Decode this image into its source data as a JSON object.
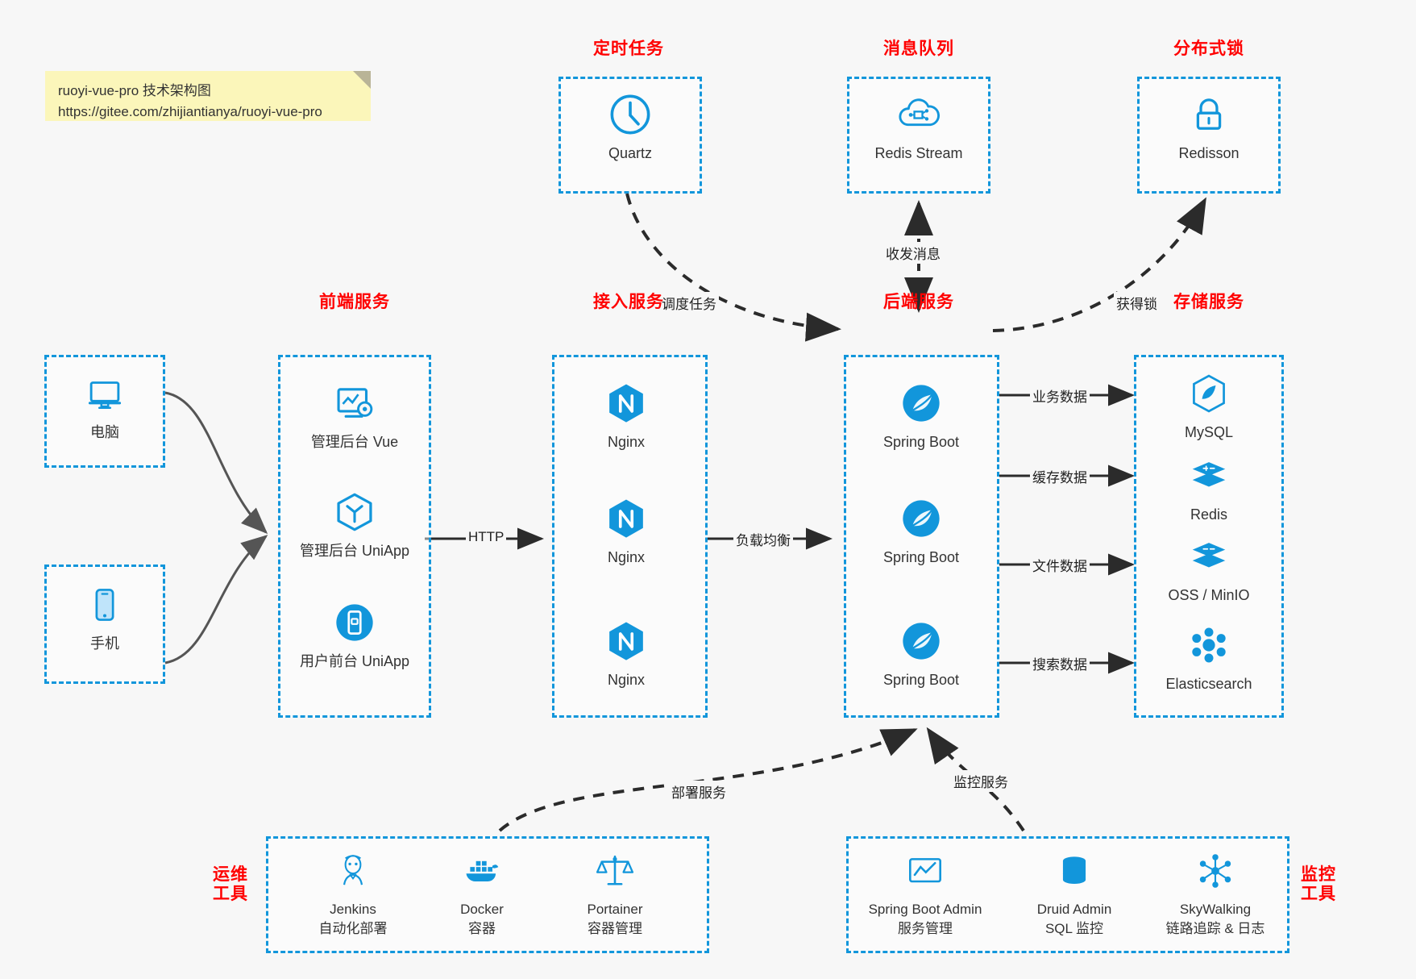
{
  "note": {
    "line1": "ruoyi-vue-pro 技术架构图",
    "line2": "https://gitee.com/zhijiantianya/ruoyi-vue-pro"
  },
  "colors": {
    "accent": "#1296db",
    "title": "#ff0000",
    "arrow": "#2b2b2b",
    "background": "#f7f7f7",
    "note_bg": "#fbf6ba"
  },
  "groups": {
    "scheduled_task": {
      "title": "定时任务",
      "nodes": [
        {
          "label": "Quartz",
          "icon": "clock-icon"
        }
      ]
    },
    "message_queue": {
      "title": "消息队列",
      "nodes": [
        {
          "label": "Redis Stream",
          "icon": "cloud-stream-icon"
        }
      ]
    },
    "distributed_lock": {
      "title": "分布式锁",
      "nodes": [
        {
          "label": "Redisson",
          "icon": "lock-icon"
        }
      ]
    },
    "client_pc": {
      "nodes": [
        {
          "label": "电脑",
          "icon": "desktop-icon"
        }
      ]
    },
    "client_mobile": {
      "nodes": [
        {
          "label": "手机",
          "icon": "phone-icon"
        }
      ]
    },
    "frontend": {
      "title": "前端服务",
      "nodes": [
        {
          "label": "管理后台 Vue",
          "icon": "dashboard-vue-icon"
        },
        {
          "label": "管理后台 UniApp",
          "icon": "cube-uniapp-icon"
        },
        {
          "label": "用户前台 UniApp",
          "icon": "mobile-app-icon"
        }
      ]
    },
    "gateway": {
      "title": "接入服务",
      "nodes": [
        {
          "label": "Nginx",
          "icon": "nginx-icon"
        },
        {
          "label": "Nginx",
          "icon": "nginx-icon"
        },
        {
          "label": "Nginx",
          "icon": "nginx-icon"
        }
      ]
    },
    "backend": {
      "title": "后端服务",
      "nodes": [
        {
          "label": "Spring Boot",
          "icon": "spring-boot-icon"
        },
        {
          "label": "Spring Boot",
          "icon": "spring-boot-icon"
        },
        {
          "label": "Spring Boot",
          "icon": "spring-boot-icon"
        }
      ]
    },
    "storage": {
      "title": "存储服务",
      "nodes": [
        {
          "label": "MySQL",
          "icon": "mysql-icon"
        },
        {
          "label": "Redis",
          "icon": "redis-icon"
        },
        {
          "label": "OSS / MinIO",
          "icon": "oss-minio-icon"
        },
        {
          "label": "Elasticsearch",
          "icon": "elasticsearch-icon"
        }
      ]
    },
    "devops": {
      "title": "运维\n工具",
      "title_line1": "运维",
      "title_line2": "工具",
      "nodes": [
        {
          "label": "Jenkins",
          "sub": "自动化部署",
          "icon": "jenkins-icon"
        },
        {
          "label": "Docker",
          "sub": "容器",
          "icon": "docker-icon"
        },
        {
          "label": "Portainer",
          "sub": "容器管理",
          "icon": "portainer-icon"
        }
      ]
    },
    "monitoring": {
      "title_line1": "监控",
      "title_line2": "工具",
      "nodes": [
        {
          "label": "Spring Boot Admin",
          "sub": "服务管理",
          "icon": "spring-boot-admin-icon"
        },
        {
          "label": "Druid Admin",
          "sub": "SQL 监控",
          "icon": "database-icon"
        },
        {
          "label": "SkyWalking",
          "sub": "链路追踪 & 日志",
          "icon": "skywalking-icon"
        }
      ]
    }
  },
  "edges": [
    {
      "name": "quartz-to-backend",
      "label": "调度任务"
    },
    {
      "name": "mq-to-backend",
      "label": "收发消息"
    },
    {
      "name": "backend-to-redisson",
      "label": "获得锁"
    },
    {
      "name": "frontend-to-gateway",
      "label": "HTTP"
    },
    {
      "name": "gateway-to-backend",
      "label": "负载均衡"
    },
    {
      "name": "backend-to-mysql",
      "label": "业务数据"
    },
    {
      "name": "backend-to-redis",
      "label": "缓存数据"
    },
    {
      "name": "backend-to-oss",
      "label": "文件数据"
    },
    {
      "name": "backend-to-es",
      "label": "搜索数据"
    },
    {
      "name": "devops-to-backend",
      "label": "部署服务"
    },
    {
      "name": "monitoring-to-backend",
      "label": "监控服务"
    }
  ]
}
